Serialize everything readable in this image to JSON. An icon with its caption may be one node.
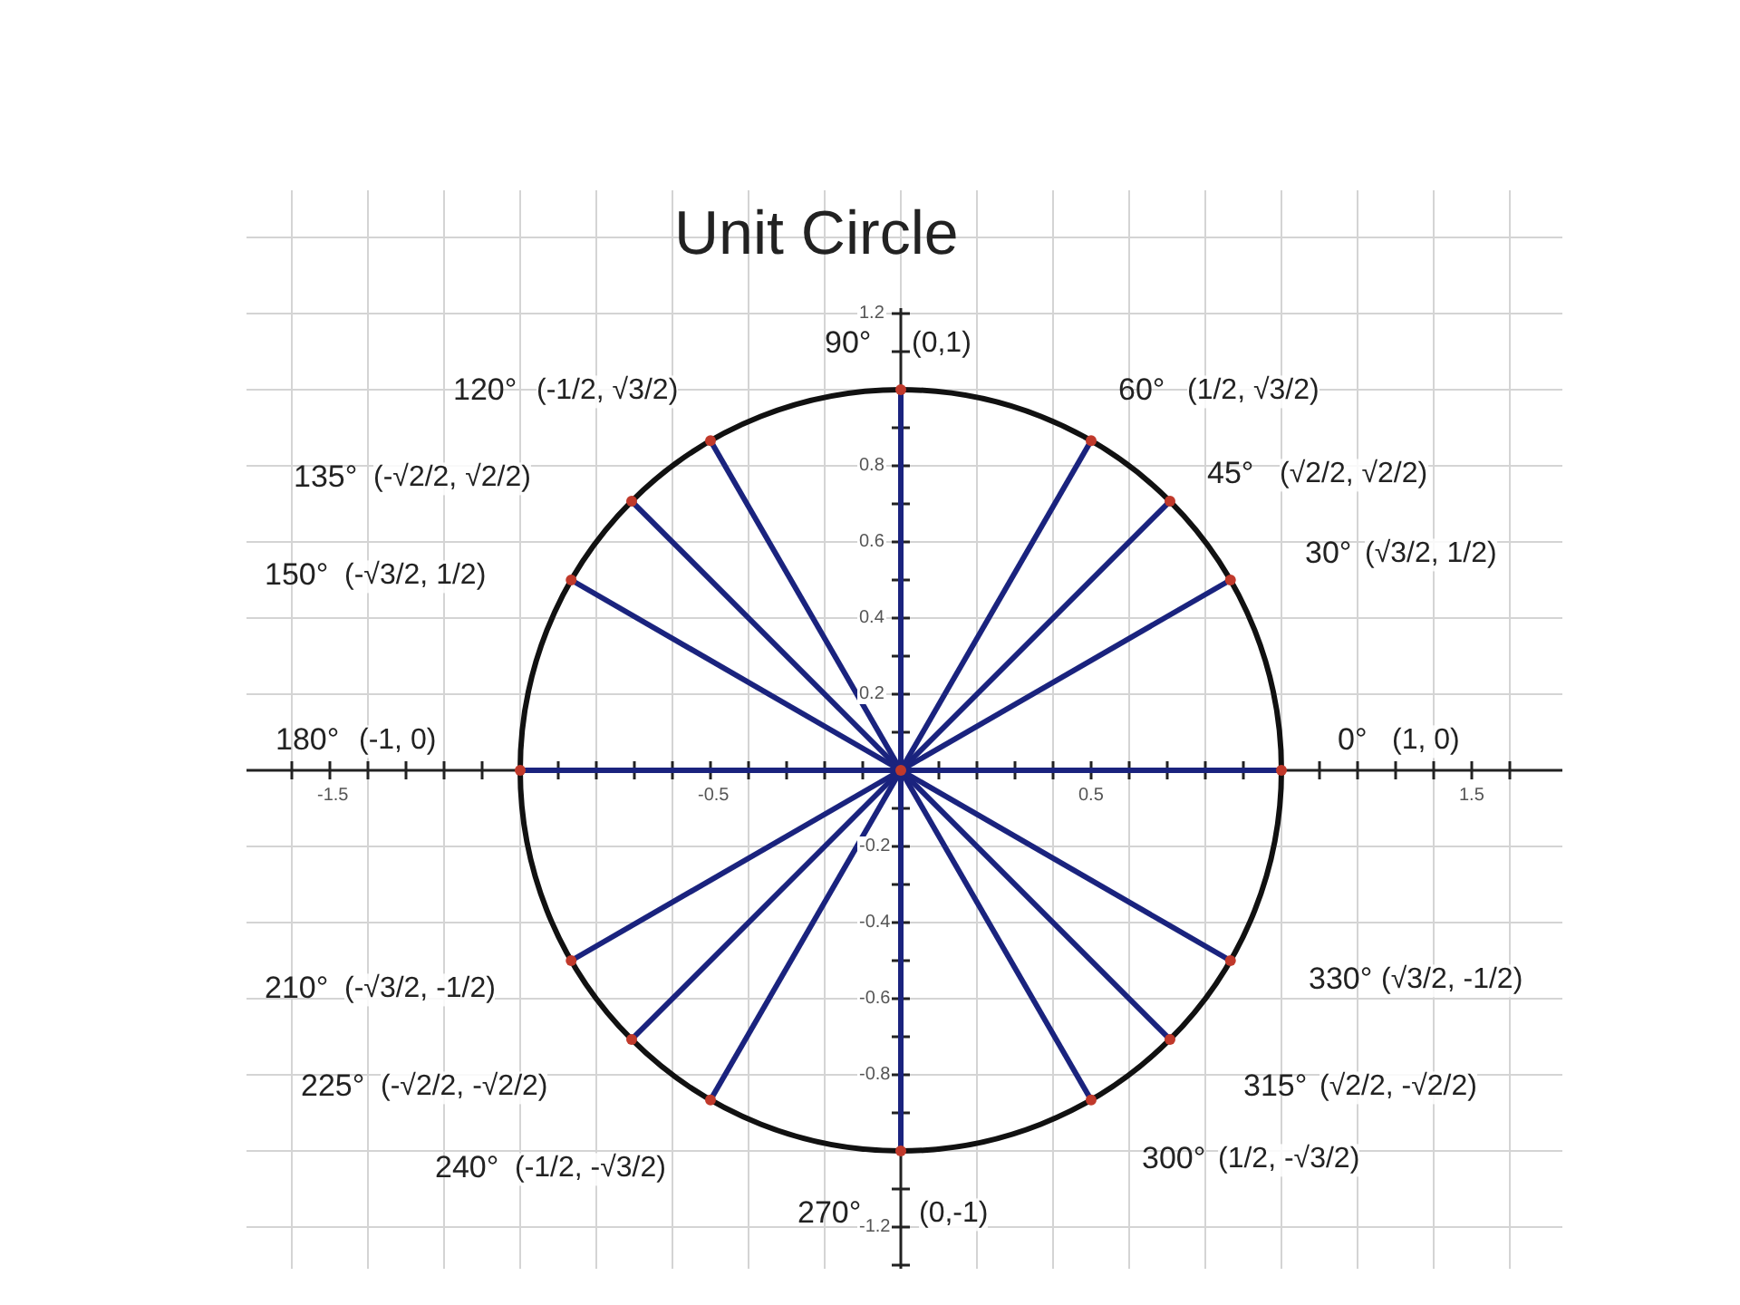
{
  "diagram": {
    "title": "Unit Circle",
    "labels": [
      "90°",
      "(0,1)",
      "120°",
      "(-1/2, √3/2)",
      "60°",
      "(1/2, √3/2)",
      "135°",
      "(-√2/2, √2/2)",
      "45°",
      "(√2/2, √2/2)",
      "150°",
      "(-√3/2, 1/2)",
      "30°",
      "(√3/2, 1/2)",
      "180°",
      "(-1, 0)",
      "0°",
      "(1, 0)",
      "210°",
      "(-√3/2, -1/2)",
      "330°",
      "(√3/2, -1/2)",
      "225°",
      "(-√2/2, -√2/2)",
      "315°",
      "(√2/2, -√2/2)",
      "240°",
      "(-1/2, -√3/2)",
      "300°",
      "(1/2, -√3/2)",
      "270°",
      "(0,-1)",
      "-1.5",
      "-0.5",
      "0.5",
      "1.5",
      "1.2",
      "0.8",
      "0.6",
      "0.4",
      "0.2",
      "-0.2",
      "-0.4",
      "-0.6",
      "-0.8",
      "-1.2"
    ]
  }
}
